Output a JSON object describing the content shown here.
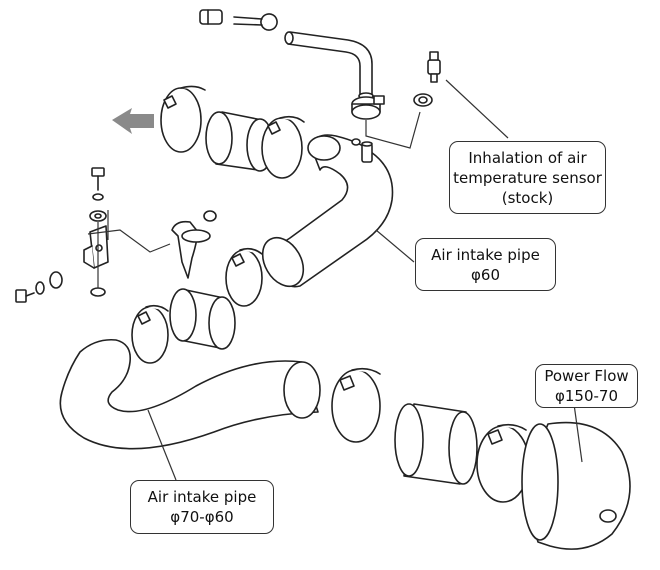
{
  "labels": {
    "sensor": {
      "line1": "Inhalation of air",
      "line2": "temperature sensor",
      "line3": "(stock)"
    },
    "pipe_upper": {
      "line1": "Air intake pipe",
      "line2": "φ60"
    },
    "pipe_lower": {
      "line1": "Air intake pipe",
      "line2": "φ70-φ60"
    },
    "filter": {
      "line1": "Power Flow",
      "line2": "φ150-70"
    }
  },
  "colors": {
    "stroke": "#222222",
    "fill": "#ffffff",
    "arrow": "#888888",
    "leader": "#333333"
  },
  "icons": [
    "flow-direction-arrow",
    "hose-clamp",
    "silicone-coupler",
    "bolt",
    "washer",
    "bracket"
  ]
}
